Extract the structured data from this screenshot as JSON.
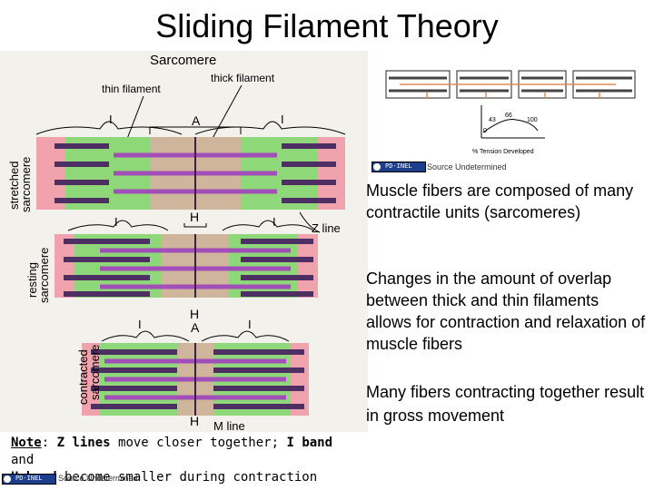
{
  "title": "Sliding Filament Theory",
  "figure": {
    "sarcomere_label": "Sarcomere",
    "thin_filament_label": "thin filament",
    "thick_filament_label": "thick filament",
    "a_label": "A",
    "i_label": "I",
    "h_label": "H",
    "z_line_label": "Z line",
    "m_line_label": "M line",
    "stretched_label_1": "stretched",
    "stretched_label_2": "sarcomere",
    "resting_label_1": "resting",
    "resting_label_2": "sarcomere",
    "contracted_label_1": "contracted",
    "contracted_label_2": "sarcomere"
  },
  "note": {
    "prefix": "Note",
    "line1_a": ": ",
    "z_lines": "Z lines",
    "line1_b": " move closer together; ",
    "i_band": "I band",
    "line1_c": " and",
    "h_band": "H band",
    "line2": " become smaller during contraction"
  },
  "sources": {
    "badge_text": "PD-INEL",
    "left": "Source Undetermined",
    "right": "Source Undetermined"
  },
  "graph": {
    "n1": "43",
    "n2": "66",
    "n3": "100",
    "n4": "0",
    "caption": "% Tension Developed"
  },
  "bullets": [
    "Muscle fibers are composed of many contractile units (sarcomeres)",
    "Changes in the amount of overlap between thick and thin filaments allows for contraction and relaxation of muscle fibers",
    "Many fibers contracting together result in gross movement"
  ]
}
